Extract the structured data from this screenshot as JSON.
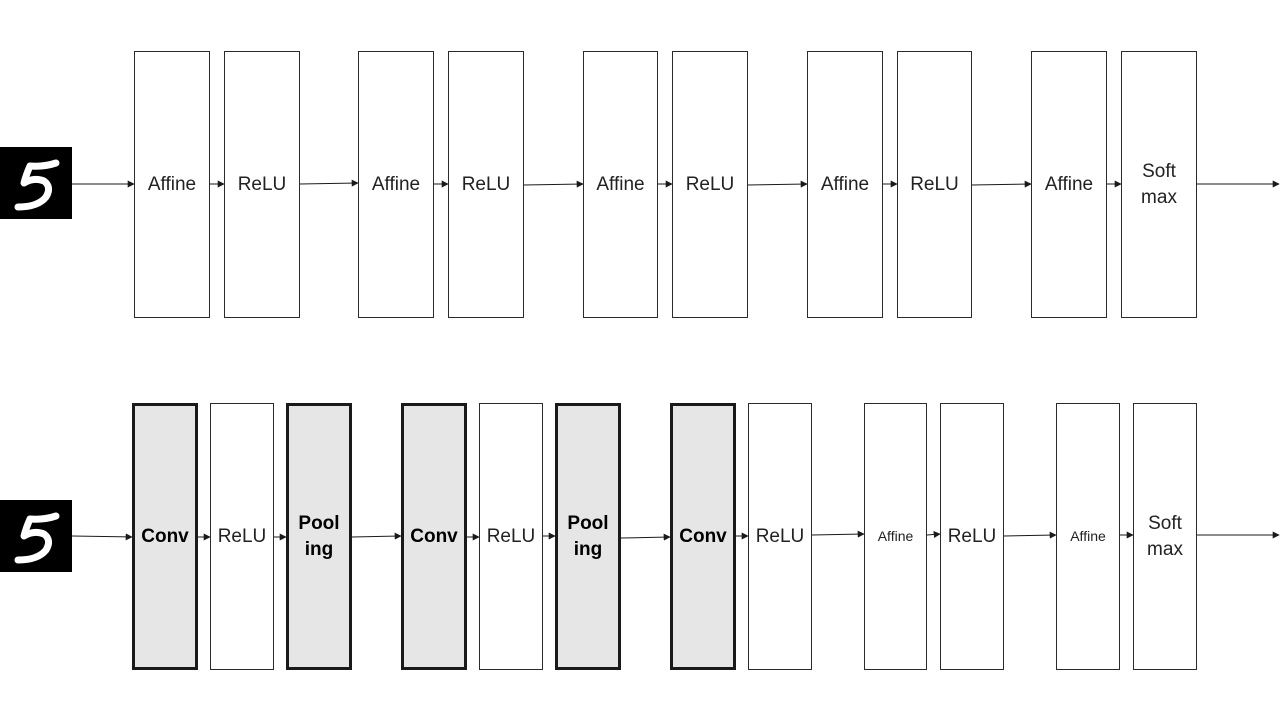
{
  "network_top": {
    "layers": [
      {
        "label": "Affine"
      },
      {
        "label": "ReLU"
      },
      {
        "label": "Affine"
      },
      {
        "label": "ReLU"
      },
      {
        "label": "Affine"
      },
      {
        "label": "ReLU"
      },
      {
        "label": "Affine"
      },
      {
        "label": "ReLU"
      },
      {
        "label": "Affine"
      },
      {
        "label": "Soft\nmax"
      }
    ]
  },
  "network_bottom": {
    "layers": [
      {
        "label": "Conv",
        "highlight": true
      },
      {
        "label": "ReLU"
      },
      {
        "label": "Pool\ning",
        "highlight": true
      },
      {
        "label": "Conv",
        "highlight": true
      },
      {
        "label": "ReLU"
      },
      {
        "label": "Pool\ning",
        "highlight": true
      },
      {
        "label": "Conv",
        "highlight": true
      },
      {
        "label": "ReLU"
      },
      {
        "label": "Affine"
      },
      {
        "label": "ReLU"
      },
      {
        "label": "Affine"
      },
      {
        "label": "Soft\nmax"
      }
    ]
  },
  "colors": {
    "highlight_fill": "#e6e6e6",
    "border": "#222222",
    "input_background": "#000000",
    "input_stroke": "#ffffff"
  },
  "input_icon": "handwritten-digit-five"
}
